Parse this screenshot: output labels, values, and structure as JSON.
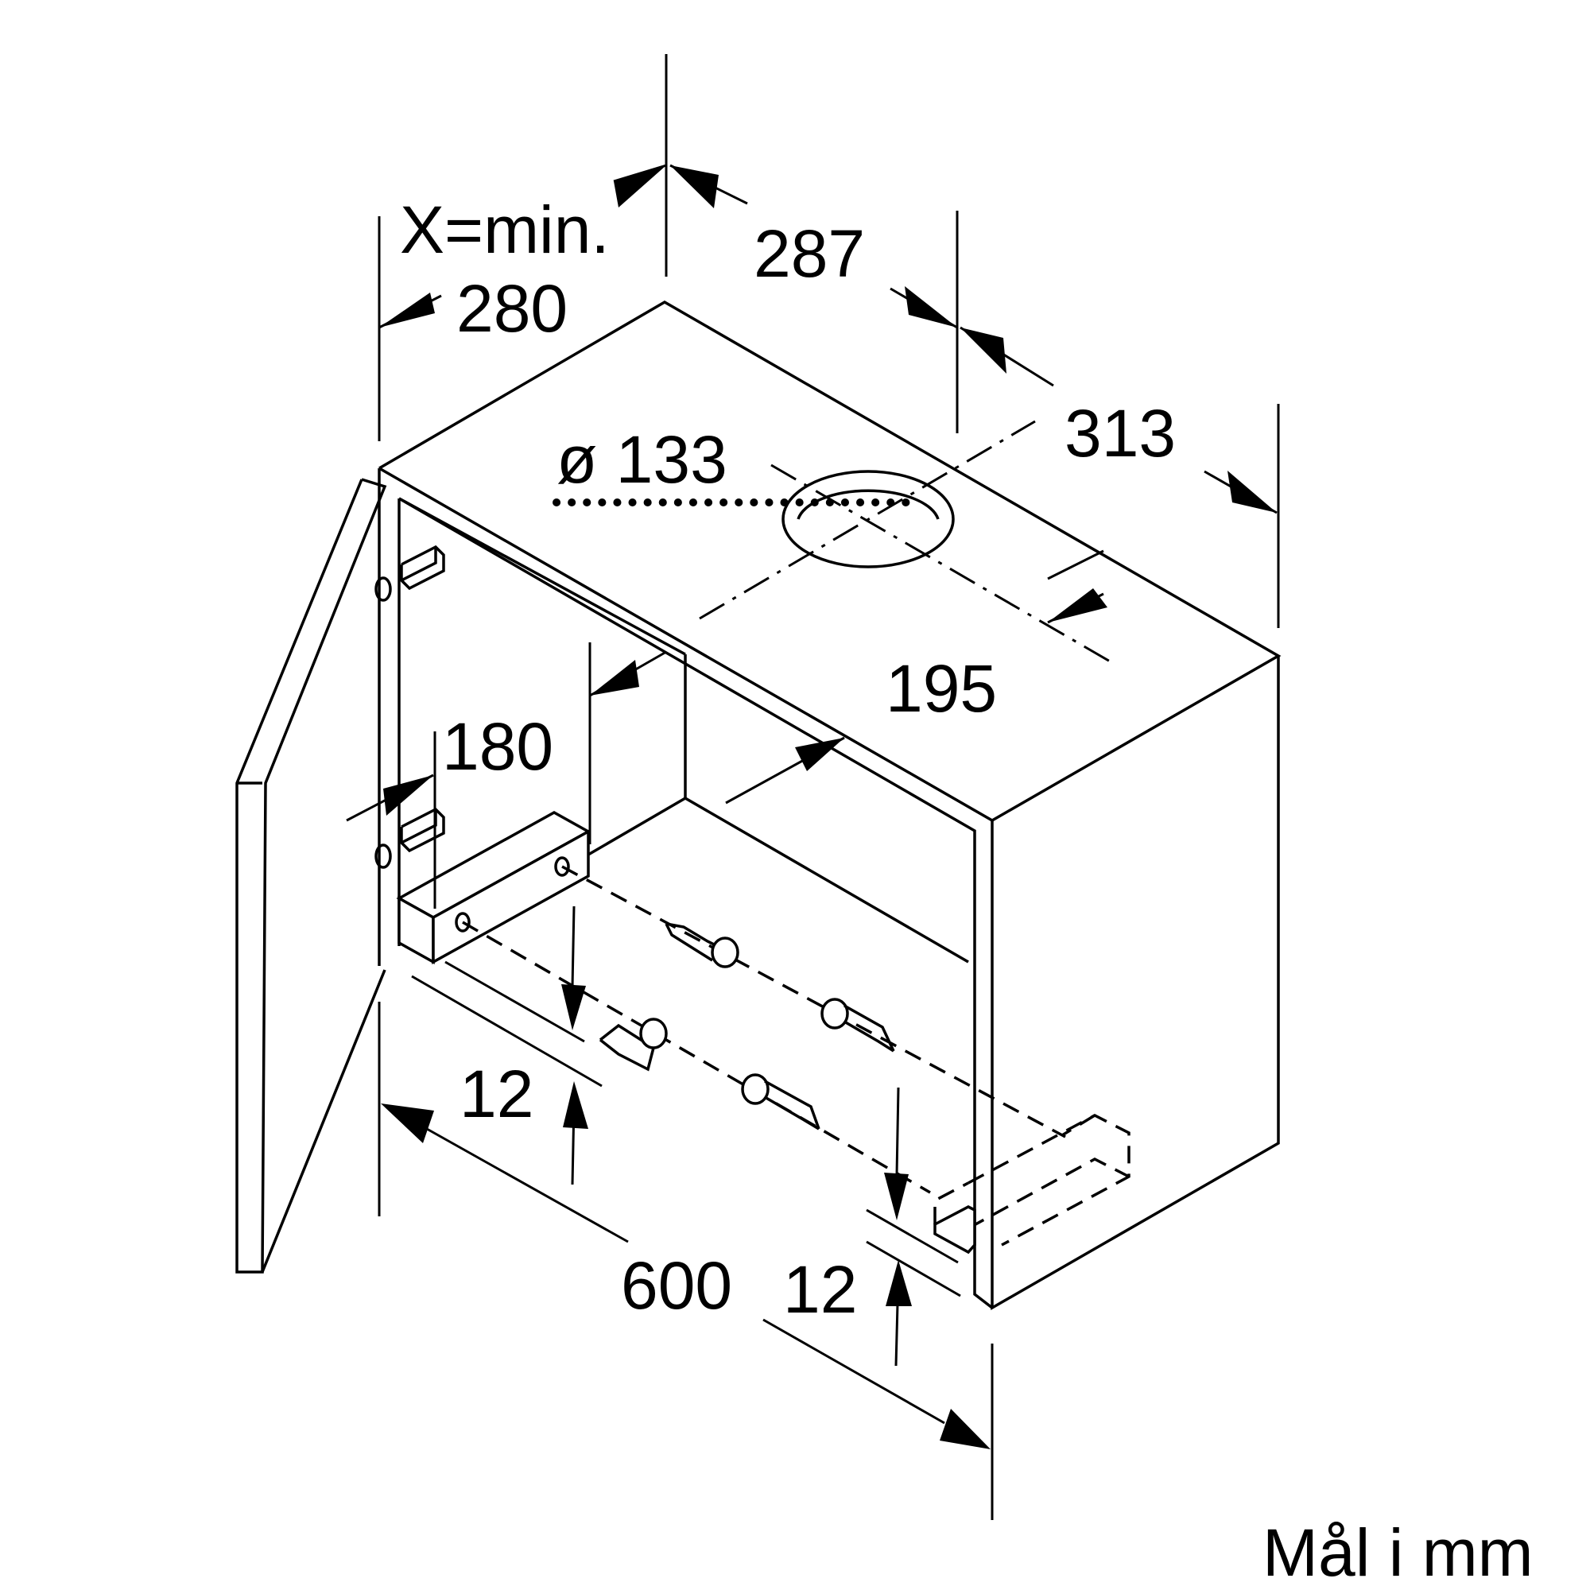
{
  "labels": {
    "x_min": "X=min.",
    "x_min_value": "280",
    "depth_top": "287",
    "depth_total": "313",
    "duct_diameter": "ø 133",
    "duct_offset": "195",
    "panel_offset": "180",
    "rail_thickness_left": "12",
    "rail_thickness_right": "12",
    "width": "600",
    "units_note": "Mål i mm"
  }
}
